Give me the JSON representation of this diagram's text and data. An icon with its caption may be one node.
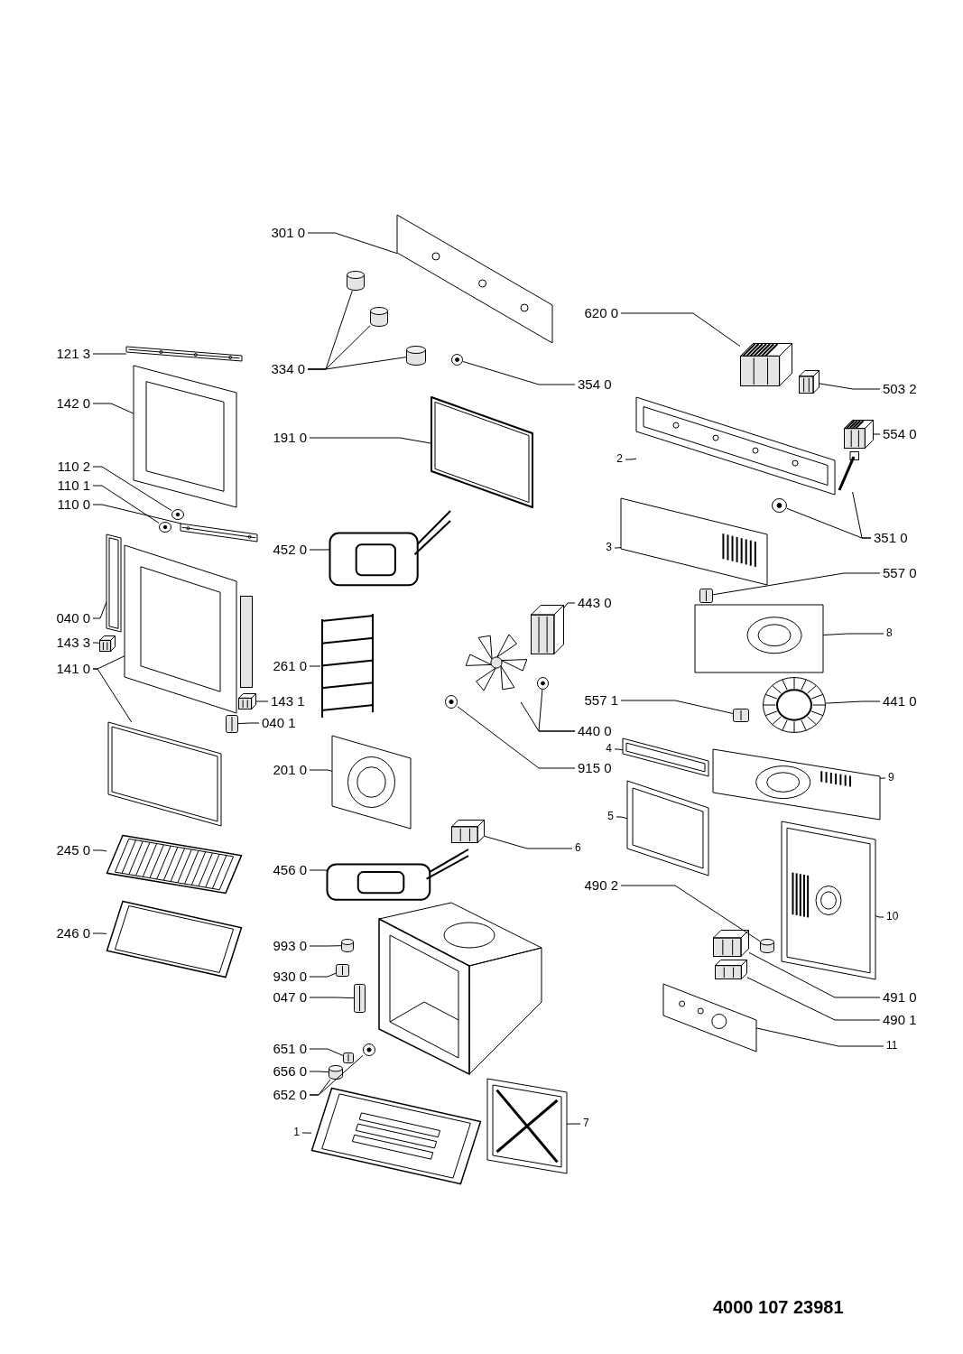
{
  "diagram": {
    "nodes": [
      {
        "text": [
          "301 0"
        ]
      },
      {
        "text": [
          "620 0"
        ]
      },
      {
        "text": [
          "121 3"
        ]
      },
      {
        "text": [
          "334 0"
        ]
      },
      {
        "text": [
          "354 0"
        ]
      },
      {
        "text": [
          "503 2"
        ]
      },
      {
        "text": [
          "142 0"
        ]
      },
      {
        "text": [
          "554 0"
        ]
      },
      {
        "text": [
          "191 0"
        ]
      },
      {
        "text": [
          "2"
        ]
      },
      {
        "text": [
          "110 2"
        ]
      },
      {
        "text": [
          "110 1"
        ]
      },
      {
        "text": [
          "110 0"
        ]
      },
      {
        "text": [
          "351 0"
        ]
      },
      {
        "text": [
          "3"
        ]
      },
      {
        "text": [
          "452 0"
        ]
      },
      {
        "text": [
          "557 0"
        ]
      },
      {
        "text": [
          "443 0"
        ]
      },
      {
        "text": [
          "040 0"
        ]
      },
      {
        "text": [
          "8"
        ]
      },
      {
        "text": [
          "143 3"
        ]
      },
      {
        "text": [
          "261 0"
        ]
      },
      {
        "text": [
          "141 0"
        ]
      },
      {
        "text": [
          "557 1"
        ]
      },
      {
        "text": [
          "143 1"
        ]
      },
      {
        "text": [
          "441 0"
        ]
      },
      {
        "text": [
          "040 1"
        ]
      },
      {
        "text": [
          "440 0"
        ]
      },
      {
        "text": [
          "4"
        ]
      },
      {
        "text": [
          "915 0"
        ]
      },
      {
        "text": [
          "201 0"
        ]
      },
      {
        "text": [
          "9"
        ]
      },
      {
        "text": [
          "5"
        ]
      },
      {
        "text": [
          "6"
        ]
      },
      {
        "text": [
          "245 0"
        ]
      },
      {
        "text": [
          "456 0"
        ]
      },
      {
        "text": [
          "490 2"
        ]
      },
      {
        "text": [
          "10"
        ]
      },
      {
        "text": [
          "246 0"
        ]
      },
      {
        "text": [
          "993 0"
        ]
      },
      {
        "text": [
          "930 0"
        ]
      },
      {
        "text": [
          "047 0"
        ]
      },
      {
        "text": [
          "491 0"
        ]
      },
      {
        "text": [
          "490 1"
        ]
      },
      {
        "text": [
          "11"
        ]
      },
      {
        "text": [
          "651 0"
        ]
      },
      {
        "text": [
          "7"
        ]
      },
      {
        "text": [
          "656 0"
        ]
      },
      {
        "text": [
          "652 0"
        ]
      },
      {
        "text": [
          "1"
        ]
      },
      {
        "text": [],
        "shape": "picture"
      },
      {
        "text": [],
        "shape": "picture"
      },
      {
        "text": [],
        "shape": "picture"
      },
      {
        "text": [],
        "shape": "picture"
      },
      {
        "text": [],
        "shape": "picture"
      },
      {
        "text": [],
        "shape": "picture"
      },
      {
        "text": [],
        "shape": "picture"
      },
      {
        "text": [],
        "shape": "picture"
      },
      {
        "text": [],
        "shape": "picture"
      },
      {
        "text": [],
        "shape": "picture"
      },
      {
        "text": [],
        "shape": "picture"
      },
      {
        "text": [],
        "shape": "picture"
      },
      {
        "text": [],
        "shape": "picture"
      },
      {
        "text": [],
        "shape": "picture"
      },
      {
        "text": [],
        "shape": "picture"
      },
      {
        "text": [],
        "shape": "picture"
      },
      {
        "text": [],
        "shape": "picture"
      },
      {
        "text": [],
        "shape": "picture"
      },
      {
        "text": [],
        "shape": "picture"
      },
      {
        "text": [],
        "shape": "picture"
      },
      {
        "text": [],
        "shape": "picture"
      },
      {
        "text": [],
        "shape": "picture"
      },
      {
        "text": [],
        "shape": "picture"
      },
      {
        "text": [],
        "shape": "picture"
      },
      {
        "text": [],
        "shape": "picture"
      },
      {
        "text": [],
        "shape": "picture"
      },
      {
        "text": [],
        "shape": "picture"
      },
      {
        "text": [],
        "shape": "picture"
      },
      {
        "text": [],
        "shape": "picture"
      },
      {
        "text": [],
        "shape": "picture"
      },
      {
        "text": [],
        "shape": "picture"
      },
      {
        "text": [],
        "shape": "picture"
      },
      {
        "text": [],
        "shape": "picture"
      },
      {
        "text": [],
        "shape": "picture"
      },
      {
        "text": [],
        "shape": "picture"
      },
      {
        "text": [],
        "shape": "picture"
      },
      {
        "text": [],
        "shape": "picture"
      },
      {
        "text": [],
        "shape": "picture"
      },
      {
        "text": [],
        "shape": "picture"
      },
      {
        "text": [],
        "shape": "picture"
      },
      {
        "text": [],
        "shape": "picture"
      },
      {
        "text": [],
        "shape": "picture"
      },
      {
        "text": [],
        "shape": "picture"
      },
      {
        "text": [],
        "shape": "picture"
      },
      {
        "text": [],
        "shape": "picture"
      },
      {
        "text": [],
        "shape": "picture"
      },
      {
        "text": [],
        "shape": "picture"
      },
      {
        "text": [],
        "shape": "picture"
      },
      {
        "text": [],
        "shape": "picture"
      },
      {
        "text": [],
        "shape": "picture"
      },
      {
        "text": [],
        "shape": "picture"
      },
      {
        "text": [],
        "shape": "picture"
      },
      {
        "text": [],
        "shape": "picture"
      },
      {
        "text": [],
        "shape": "picture"
      },
      {
        "text": [],
        "shape": "picture"
      },
      {
        "text": [],
        "shape": "bar"
      }
    ],
    "edges": [
      {
        "from": 0,
        "to": 50,
        "arrow": "none"
      },
      {
        "from": 1,
        "to": 55,
        "arrow": "none"
      },
      {
        "from": 2,
        "to": 61,
        "arrow": "none"
      },
      {
        "from": 3,
        "to": 51,
        "arrow": "none"
      },
      {
        "from": 3,
        "to": 52,
        "arrow": "none"
      },
      {
        "from": 3,
        "to": 53,
        "arrow": "none"
      },
      {
        "from": 4,
        "to": 54,
        "arrow": "none"
      },
      {
        "from": 5,
        "to": 56,
        "arrow": "none"
      },
      {
        "from": 6,
        "to": 62,
        "arrow": "none"
      },
      {
        "from": 7,
        "to": 57,
        "arrow": "none"
      },
      {
        "from": 8,
        "to": 63,
        "arrow": "none"
      },
      {
        "from": 9,
        "to": 58,
        "arrow": "none"
      },
      {
        "from": 10,
        "to": 64,
        "arrow": "none"
      },
      {
        "from": 11,
        "to": 65,
        "arrow": "none"
      },
      {
        "from": 12,
        "to": 66,
        "arrow": "none"
      },
      {
        "from": 13,
        "to": 59,
        "arrow": "none"
      },
      {
        "from": 13,
        "to": 60,
        "arrow": "none"
      },
      {
        "from": 14,
        "to": 79,
        "arrow": "none"
      },
      {
        "from": 15,
        "to": 73,
        "arrow": "none"
      },
      {
        "from": 16,
        "to": 80,
        "arrow": "none"
      },
      {
        "from": 17,
        "to": 75,
        "arrow": "none"
      },
      {
        "from": 18,
        "to": 68,
        "arrow": "none"
      },
      {
        "from": 19,
        "to": 81,
        "arrow": "none"
      },
      {
        "from": 20,
        "to": 69,
        "arrow": "none"
      },
      {
        "from": 21,
        "to": 74,
        "arrow": "none"
      },
      {
        "from": 22,
        "to": 67,
        "arrow": "none"
      },
      {
        "from": 22,
        "to": 70,
        "arrow": "none"
      },
      {
        "from": 23,
        "to": 83,
        "arrow": "none"
      },
      {
        "from": 24,
        "to": 71,
        "arrow": "none"
      },
      {
        "from": 25,
        "to": 82,
        "arrow": "none"
      },
      {
        "from": 26,
        "to": 72,
        "arrow": "none"
      },
      {
        "from": 27,
        "to": 76,
        "arrow": "none"
      },
      {
        "from": 27,
        "to": 77,
        "arrow": "none"
      },
      {
        "from": 28,
        "to": 84,
        "arrow": "none"
      },
      {
        "from": 29,
        "to": 78,
        "arrow": "none"
      },
      {
        "from": 30,
        "to": 87,
        "arrow": "none"
      },
      {
        "from": 31,
        "to": 85,
        "arrow": "none"
      },
      {
        "from": 32,
        "to": 86,
        "arrow": "none"
      },
      {
        "from": 33,
        "to": 88,
        "arrow": "none"
      },
      {
        "from": 34,
        "to": 89,
        "arrow": "none"
      },
      {
        "from": 35,
        "to": 90,
        "arrow": "none"
      },
      {
        "from": 36,
        "to": 92,
        "arrow": "none"
      },
      {
        "from": 37,
        "to": 91,
        "arrow": "none"
      },
      {
        "from": 38,
        "to": 93,
        "arrow": "none"
      },
      {
        "from": 39,
        "to": 94,
        "arrow": "none"
      },
      {
        "from": 40,
        "to": 95,
        "arrow": "none"
      },
      {
        "from": 41,
        "to": 96,
        "arrow": "none"
      },
      {
        "from": 42,
        "to": 97,
        "arrow": "none"
      },
      {
        "from": 43,
        "to": 98,
        "arrow": "none"
      },
      {
        "from": 44,
        "to": 99,
        "arrow": "none"
      },
      {
        "from": 45,
        "to": 100,
        "arrow": "none"
      },
      {
        "from": 46,
        "to": 103,
        "arrow": "none"
      },
      {
        "from": 47,
        "to": 102,
        "arrow": "none"
      },
      {
        "from": 48,
        "to": 102,
        "arrow": "none"
      },
      {
        "from": 48,
        "to": 101,
        "arrow": "none"
      },
      {
        "from": 49,
        "to": 104,
        "arrow": "none"
      }
    ],
    "labels": [
      "4000 107 23981"
    ]
  }
}
